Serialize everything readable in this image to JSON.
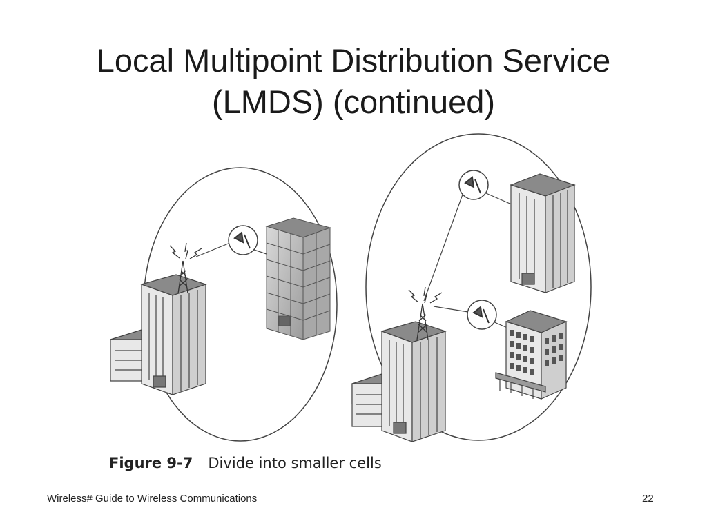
{
  "slide": {
    "title_line1": "Local Multipoint Distribution Service",
    "title_line2": "(LMDS) (continued)",
    "footer_text": "Wireless# Guide to Wireless Communications",
    "page_number": "22"
  },
  "figure": {
    "number": "Figure 9-7",
    "caption": "Divide into smaller cells",
    "colors": {
      "stroke": "#444444",
      "building_front": "#e8e8e8",
      "building_side": "#c9c9c9",
      "roof": "#8a8a8a",
      "glass": "#b5b5b5"
    }
  }
}
